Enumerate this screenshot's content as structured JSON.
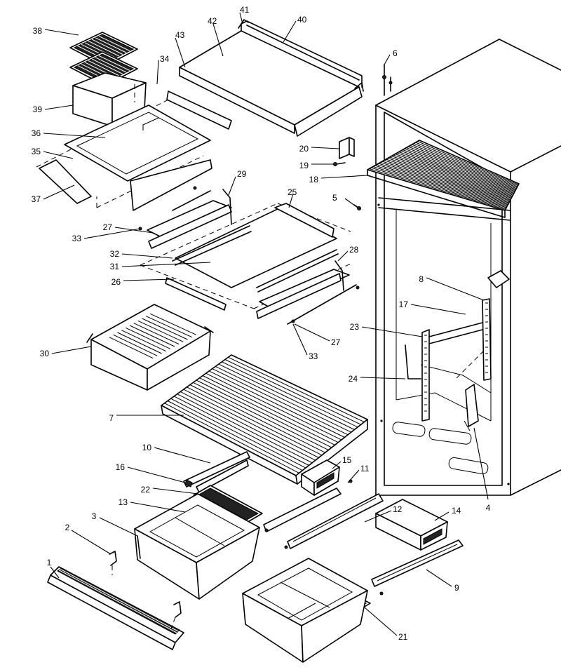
{
  "diagram": {
    "part_labels": [
      "1",
      "2",
      "3",
      "4",
      "5",
      "6",
      "7",
      "8",
      "9",
      "10",
      "11",
      "12",
      "13",
      "14",
      "15",
      "16",
      "17",
      "18",
      "19",
      "20",
      "21",
      "22",
      "23",
      "24",
      "25",
      "26",
      "27",
      "27",
      "28",
      "29",
      "30",
      "31",
      "32",
      "33",
      "33",
      "34",
      "35",
      "36",
      "37",
      "38",
      "39",
      "40",
      "41",
      "42",
      "43"
    ]
  }
}
